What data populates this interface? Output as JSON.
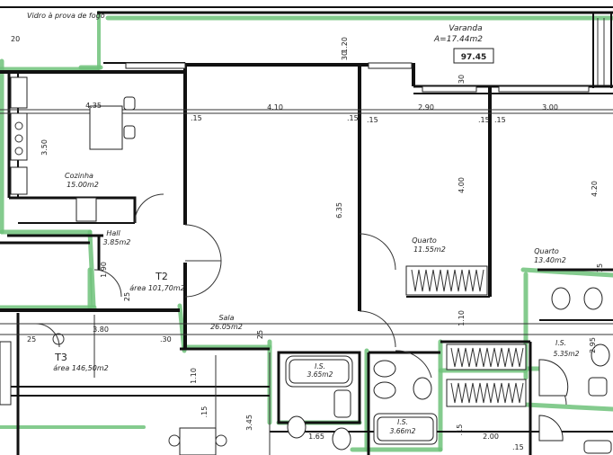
{
  "header_note": "Vidro à prova de fogo",
  "plan_id_box": "97.45",
  "rooms": {
    "varanda": {
      "name": "Varanda",
      "area": "A=17.44m2"
    },
    "cozinha": {
      "name": "Cozinha",
      "area": "15.00m2"
    },
    "hall": {
      "name": "Hall",
      "area": "3.85m2"
    },
    "sala": {
      "name": "Sala",
      "area": "26.05m2"
    },
    "quarto1": {
      "name": "Quarto",
      "area": "11.55m2"
    },
    "quarto2": {
      "name": "Quarto",
      "area": "13.40m2"
    },
    "is1": {
      "name": "I.S.",
      "area": "3.65m2"
    },
    "is2": {
      "name": "I.S.",
      "area": "3.66m2"
    },
    "is3": {
      "name": "I.S.",
      "area": "5.35m2"
    }
  },
  "units": {
    "t2": {
      "name": "T2",
      "area": "área 101,70m2"
    },
    "t3": {
      "name": "T3",
      "area": "área 146,50m2"
    }
  },
  "dims": {
    "d20": "20",
    "d120": "1.20",
    "d30a": "30",
    "d30b": "30",
    "d435": "4.35",
    "d350": "3.50",
    "d410": "4.10",
    "d15a": ".15",
    "d15b": ".15",
    "d15c": ".15",
    "d15d": ".15",
    "d15e": ".15",
    "d290": "2.90",
    "d300": "3.00",
    "d420": "4.20",
    "d635": "6.35",
    "d400": "4.00",
    "d190": "1.90",
    "d25a": "25",
    "d25b": "25",
    "d25c": "25",
    "d380": "3.80",
    "d30c": ".30",
    "d110a": "1.10",
    "d110b": "1.10",
    "d15v": ".15",
    "d345": "3.45",
    "d165": "1.65",
    "d200": "2.00",
    "d15f": ".15",
    "d15g": ".15",
    "d295": "2.95",
    "d15h": "15"
  }
}
